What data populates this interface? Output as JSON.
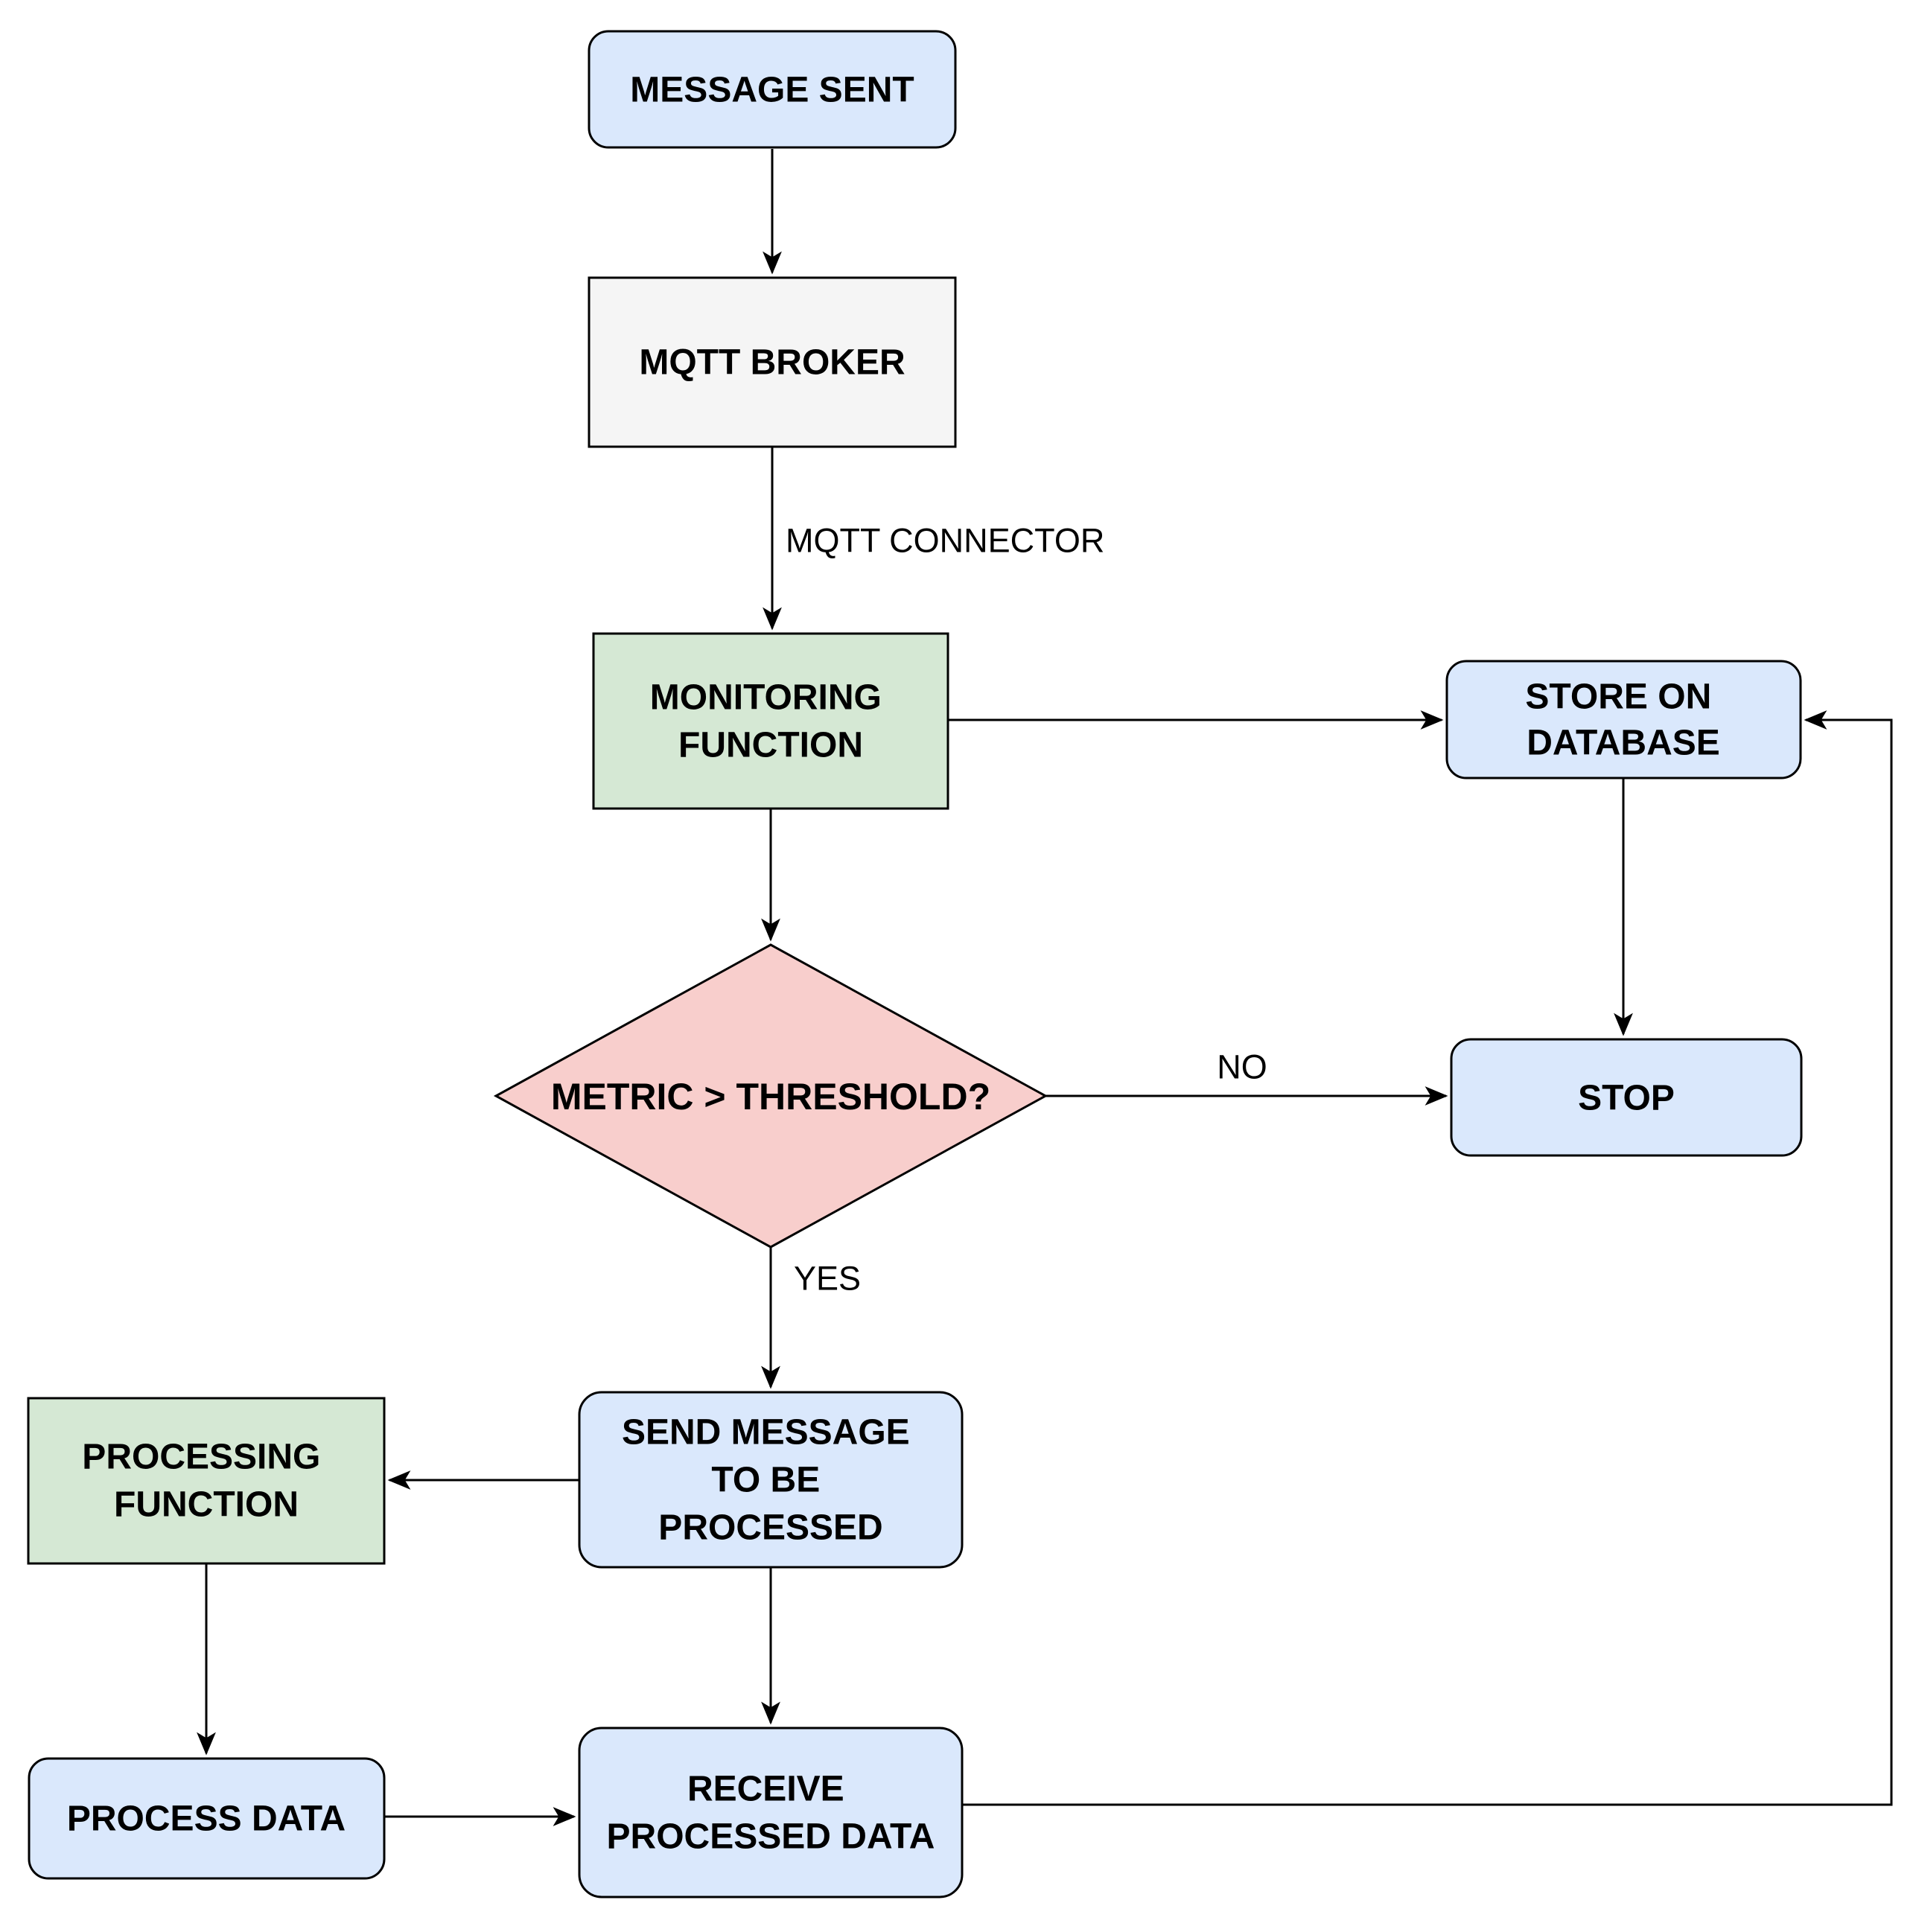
{
  "diagram": {
    "title": "MQTT monitoring and processing flowchart",
    "background": "#ffffff",
    "colors": {
      "blue_fill": "#dae8fc",
      "gray_fill": "#f5f5f5",
      "green_fill": "#d5e8d4",
      "pink_fill": "#f8cecc",
      "stroke": "#000000",
      "text": "#000000"
    },
    "nodes": {
      "message_sent": {
        "shape": "rounded-rect",
        "fill": "blue",
        "label": "MESSAGE SENT",
        "lines": [
          "MESSAGE SENT"
        ]
      },
      "mqtt_broker": {
        "shape": "rect",
        "fill": "gray",
        "label": "MQTT BROKER",
        "lines": [
          "MQTT BROKER"
        ]
      },
      "monitoring_function": {
        "shape": "rect",
        "fill": "green",
        "label": "MONITORING FUNCTION",
        "lines": [
          "MONITORING",
          "FUNCTION"
        ]
      },
      "store_on_database": {
        "shape": "rounded-rect",
        "fill": "blue",
        "label": "STORE ON DATABASE",
        "lines": [
          "STORE ON",
          "DATABASE"
        ]
      },
      "metric_threshold": {
        "shape": "diamond",
        "fill": "pink",
        "label": "METRIC > THRESHOLD?",
        "lines": [
          "METRIC > THRESHOLD?"
        ]
      },
      "stop": {
        "shape": "rounded-rect",
        "fill": "blue",
        "label": "STOP",
        "lines": [
          "STOP"
        ]
      },
      "send_message": {
        "shape": "rounded-rect",
        "fill": "blue",
        "label": "SEND MESSAGE TO BE PROCESSED",
        "lines": [
          "SEND MESSAGE",
          "TO BE",
          "PROCESSED"
        ]
      },
      "processing_function": {
        "shape": "rect",
        "fill": "green",
        "label": "PROCESSING FUNCTION",
        "lines": [
          "PROCESSING",
          "FUNCTION"
        ]
      },
      "process_data": {
        "shape": "rounded-rect",
        "fill": "blue",
        "label": "PROCESS DATA",
        "lines": [
          "PROCESS DATA"
        ]
      },
      "receive_processed_data": {
        "shape": "rounded-rect",
        "fill": "blue",
        "label": "RECEIVE PROCESSED DATA",
        "lines": [
          "RECEIVE",
          "PROCESSED DATA"
        ]
      }
    },
    "edges": [
      {
        "from": "message_sent",
        "to": "mqtt_broker",
        "label": ""
      },
      {
        "from": "mqtt_broker",
        "to": "monitoring_function",
        "label": "MQTT CONNECTOR"
      },
      {
        "from": "monitoring_function",
        "to": "store_on_database",
        "label": ""
      },
      {
        "from": "store_on_database",
        "to": "stop",
        "label": ""
      },
      {
        "from": "monitoring_function",
        "to": "metric_threshold",
        "label": ""
      },
      {
        "from": "metric_threshold",
        "to": "stop",
        "label": "NO"
      },
      {
        "from": "metric_threshold",
        "to": "send_message",
        "label": "YES"
      },
      {
        "from": "send_message",
        "to": "processing_function",
        "label": ""
      },
      {
        "from": "processing_function",
        "to": "process_data",
        "label": ""
      },
      {
        "from": "process_data",
        "to": "receive_processed_data",
        "label": ""
      },
      {
        "from": "send_message",
        "to": "receive_processed_data",
        "label": ""
      },
      {
        "from": "receive_processed_data",
        "to": "store_on_database",
        "label": ""
      }
    ]
  }
}
